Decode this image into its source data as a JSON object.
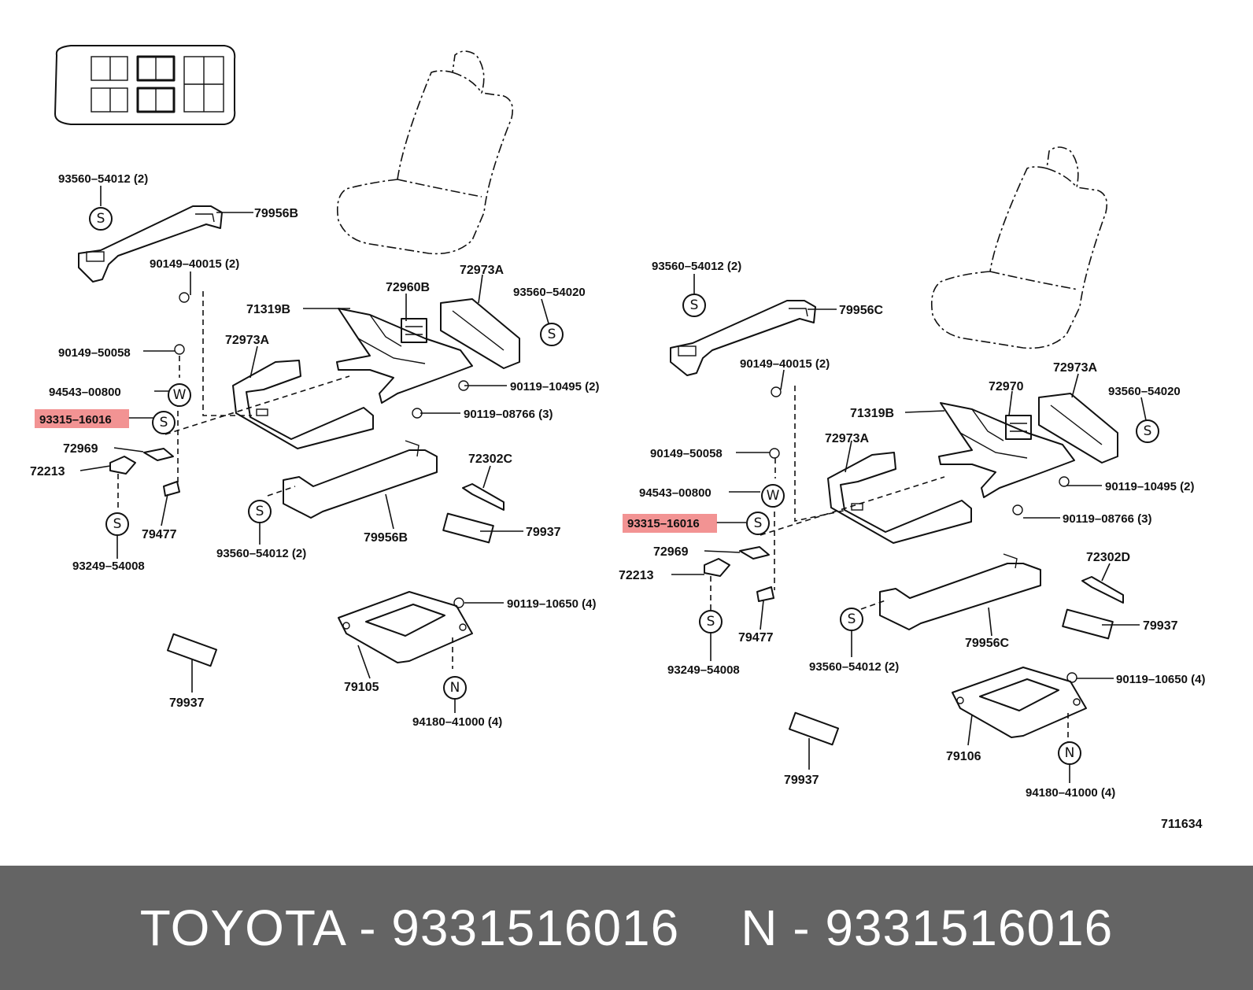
{
  "diagram": {
    "left_labels": {
      "l93560_54012_top": "93560–54012 (2)",
      "l79956B_top": "79956B",
      "l90149_40015": "90149–40015 (2)",
      "l71319B": "71319B",
      "l72960B": "72960B",
      "l72973A_right": "72973A",
      "l93560_54020": "93560–54020",
      "l90149_50058": "90149–50058",
      "l72973A_left": "72973A",
      "l94543_00800": "94543–00800",
      "l90119_10495": "90119–10495 (2)",
      "l93315_16016": "93315–16016",
      "l90119_08766": "90119–08766 (3)",
      "l72969": "72969",
      "l72213": "72213",
      "l72302C": "72302C",
      "l79477": "79477",
      "l79956B_bottom": "79956B",
      "l79937_a": "79937",
      "l93249_54008": "93249–54008",
      "l93560_54012_bottom": "93560–54012 (2)",
      "l90119_10650": "90119–10650 (4)",
      "l79105": "79105",
      "l94180_41000": "94180–41000 (4)",
      "l79937_b": "79937"
    },
    "right_labels": {
      "r93560_54012_top": "93560–54012 (2)",
      "r79956C_top": "79956C",
      "r90149_40015": "90149–40015 (2)",
      "r72973A_right": "72973A",
      "r72970": "72970",
      "r93560_54020": "93560–54020",
      "r71319B": "71319B",
      "r72973A_left": "72973A",
      "r90149_50058": "90149–50058",
      "r90119_10495": "90119–10495 (2)",
      "r94543_00800": "94543–00800",
      "r90119_08766": "90119–08766 (3)",
      "r93315_16016": "93315–16016",
      "r72969": "72969",
      "r72302D": "72302D",
      "r72213": "72213",
      "r79937_a": "79937",
      "r79477": "79477",
      "r79956C_bottom": "79956C",
      "r93249_54008": "93249–54008",
      "r93560_54012_bottom": "93560–54012 (2)",
      "r90119_10650": "90119–10650 (4)",
      "r79106": "79106",
      "r94180_41000": "94180–41000 (4)",
      "r79937_b": "79937"
    },
    "marker_letters": {
      "s": "S",
      "w": "W",
      "n": "N"
    },
    "illustration_number": "711634",
    "highlight_color": "#f08080"
  },
  "footer": {
    "brand_part": "TOYOTA - 9331516016",
    "alt_part": "N - 9331516016",
    "background": "#646464"
  }
}
